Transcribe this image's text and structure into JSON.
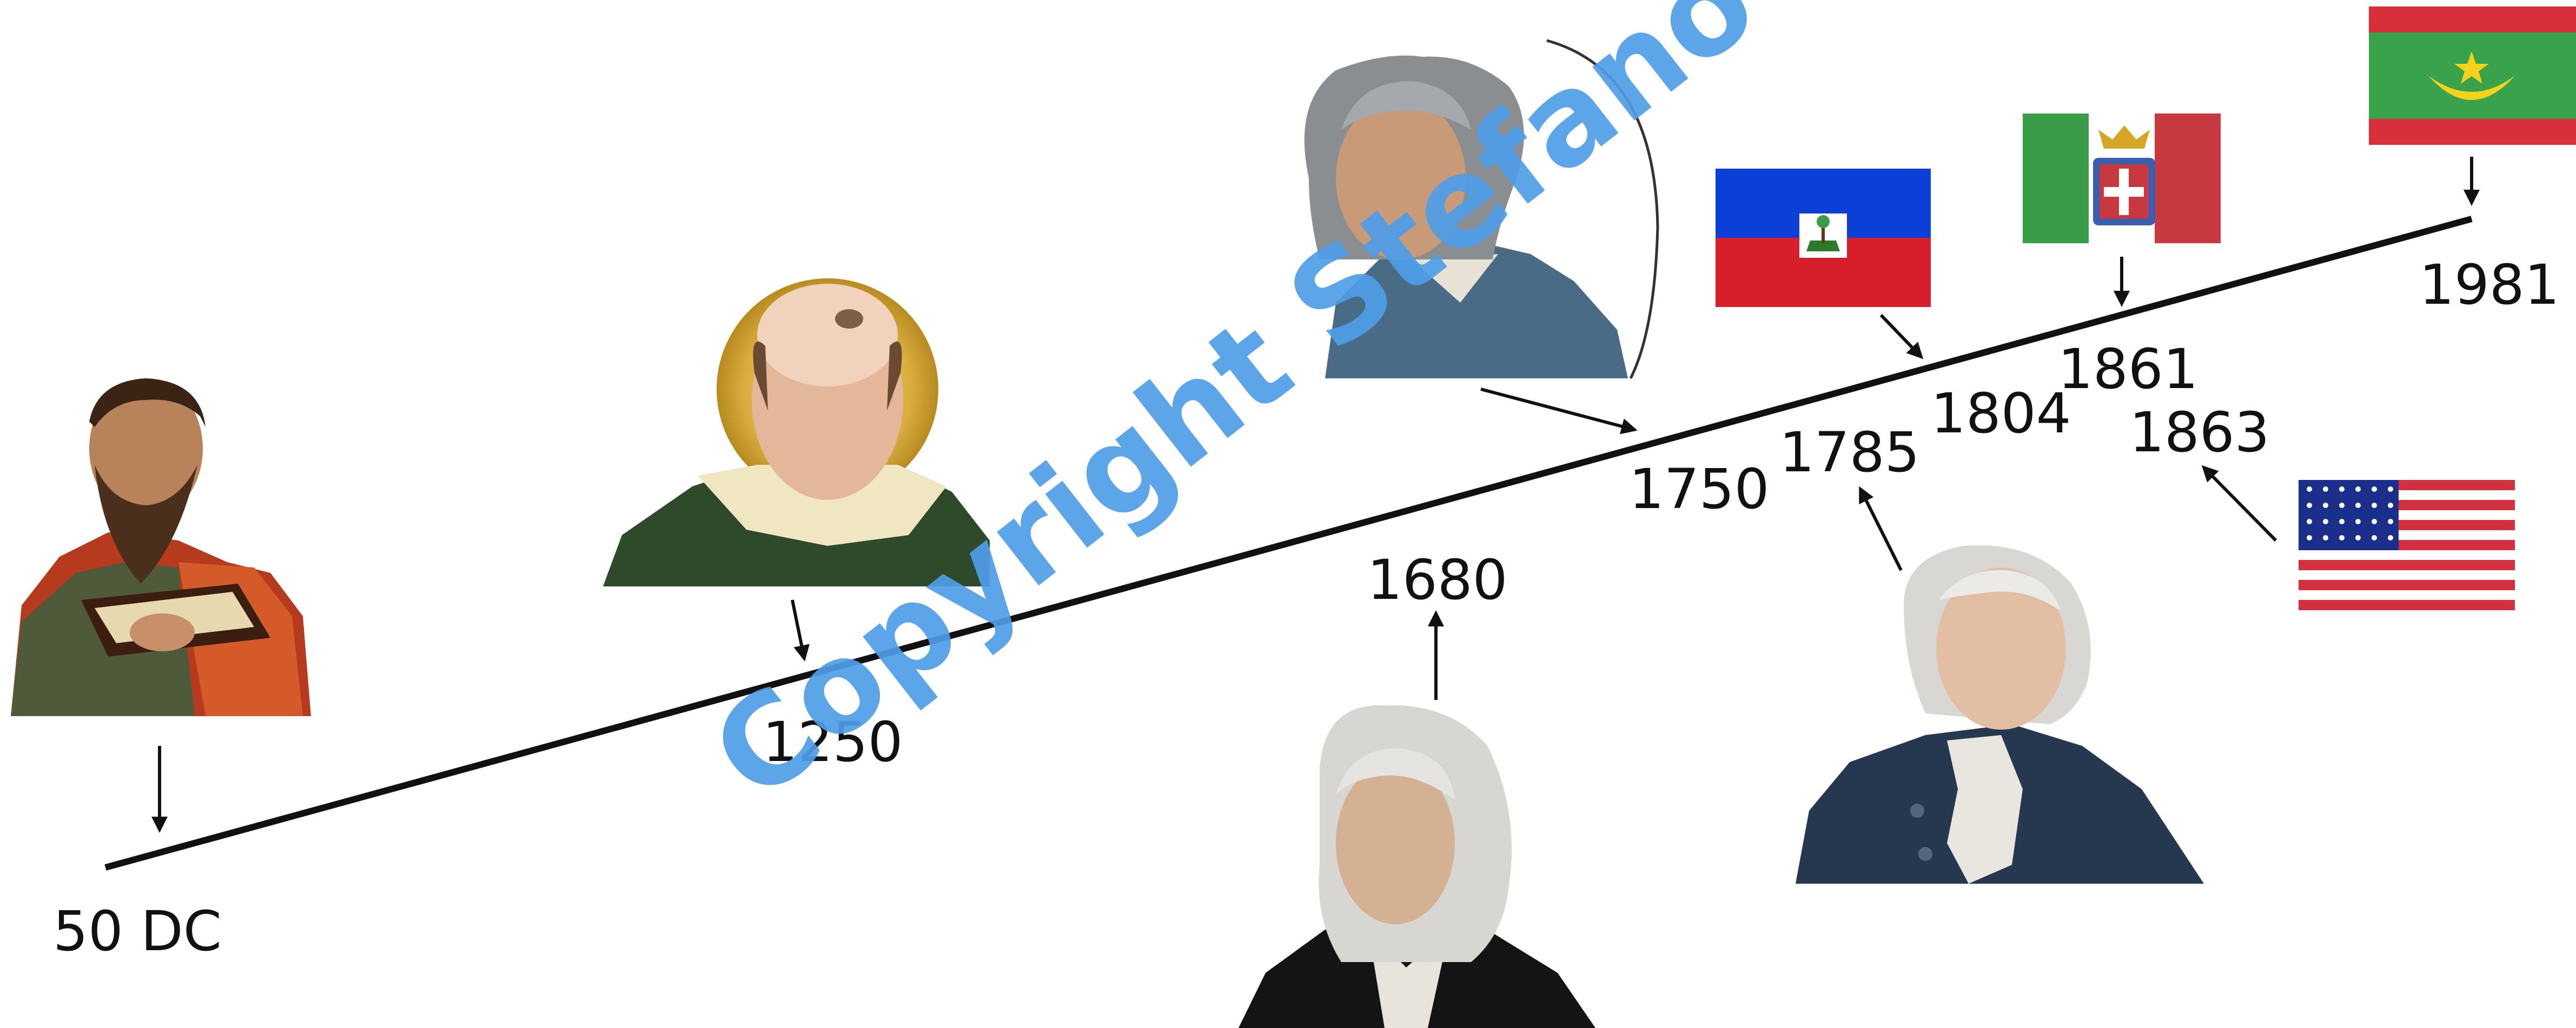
{
  "timeline": {
    "line_color": "#111111",
    "labels": {
      "start": "50 DC",
      "y1250": "1250",
      "y1680": "1680",
      "y1750": "1750",
      "y1785": "1785",
      "y1804": "1804",
      "y1861": "1861",
      "y1863": "1863",
      "y1981": "1981"
    }
  },
  "watermark": {
    "text": "Copyright Stefano Scolari",
    "color": "#4f9ee8"
  },
  "portraits": [
    {
      "icon": "bearded-saint-with-book-portrait"
    },
    {
      "icon": "haloed-monk-portrait"
    },
    {
      "icon": "man-with-white-wig-portrait"
    },
    {
      "icon": "man-with-long-white-hair-portrait"
    },
    {
      "icon": "man-with-powdered-wig-portrait"
    }
  ],
  "flags": [
    {
      "icon": "haiti-flag",
      "colors": [
        "#0b3fd6",
        "#d61f2b"
      ]
    },
    {
      "icon": "kingdom-of-italy-flag",
      "colors": [
        "#3a9b48",
        "#ffffff",
        "#c8383f"
      ]
    },
    {
      "icon": "usa-flag",
      "colors": [
        "#1a2f8a",
        "#d2303e",
        "#ffffff"
      ]
    },
    {
      "icon": "mauritania-flag",
      "colors": [
        "#d8303a",
        "#3aa24a",
        "#f7d21a"
      ]
    }
  ]
}
